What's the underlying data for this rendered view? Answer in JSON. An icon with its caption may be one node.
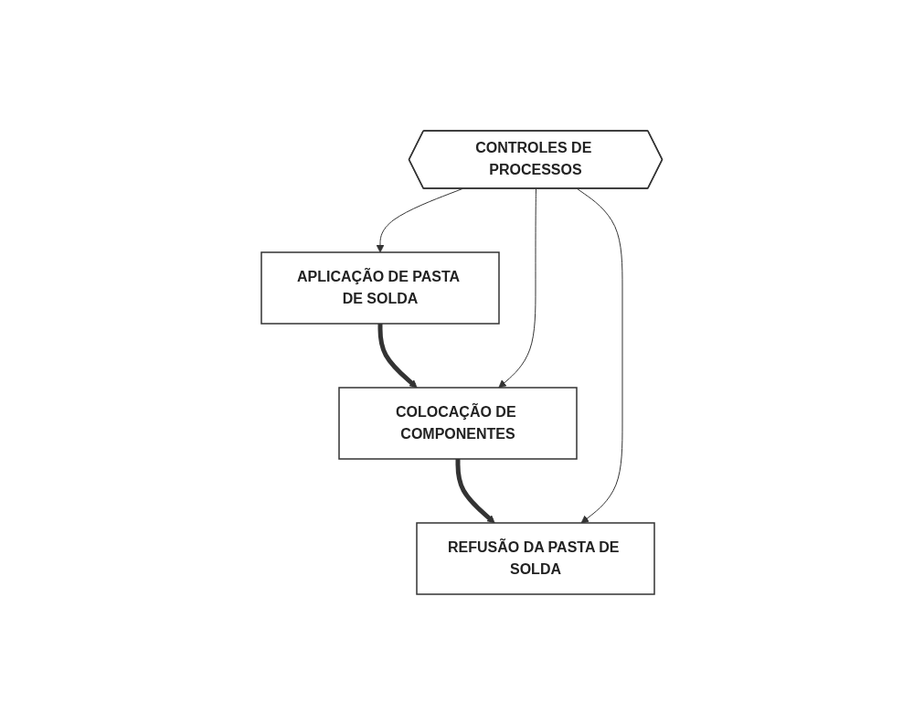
{
  "diagram": {
    "nodes": [
      {
        "text": [
          "APLICAÇÃO DE PASTA DE SOLDA"
        ]
      },
      {
        "text": [
          "COLOCAÇÃO DE COMPONENTES"
        ]
      },
      {
        "text": [
          "REFUSÃO DA PASTA DE SOLDA"
        ]
      },
      {
        "text": [
          "CONTROLES DE PROCESSOS"
        ]
      }
    ],
    "edges": [
      {
        "from": 0,
        "to": 1,
        "arrow": "to",
        "style": "thick"
      },
      {
        "from": 1,
        "to": 2,
        "arrow": "to",
        "style": "thick"
      },
      {
        "from": 3,
        "to": 0,
        "arrow": "to"
      },
      {
        "from": 3,
        "to": 1,
        "arrow": "to"
      },
      {
        "from": 3,
        "to": 2,
        "arrow": "to"
      }
    ]
  }
}
